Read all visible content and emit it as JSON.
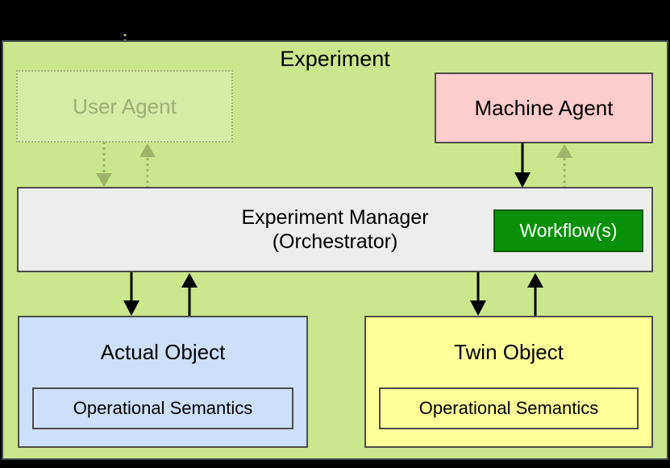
{
  "diagram": {
    "title": "Experiment",
    "nodes": {
      "user_agent": {
        "label": "User Agent",
        "fill": "#cbe68c",
        "state": "faded"
      },
      "machine_agent": {
        "label": "Machine Agent",
        "fill": "#ffcccc"
      },
      "experiment_manager": {
        "label": "Experiment Manager\n(Orchestrator)",
        "line1": "Experiment Manager",
        "line2": "(Orchestrator)",
        "fill": "#ededed"
      },
      "workflows": {
        "label": "Workflow(s)",
        "fill": "#089009",
        "text_color": "#ffffff"
      },
      "actual_object": {
        "label": "Actual Object",
        "fill": "#cce0f9",
        "inner_label": "Operational Semantics"
      },
      "twin_object": {
        "label": "Twin Object",
        "fill": "#ffff99",
        "inner_label": "Operational Semantics"
      }
    },
    "edges": [
      {
        "name": "external-to-user-agent",
        "style": "dotted",
        "color": "#9fb36a",
        "direction": "down"
      },
      {
        "name": "external-to-machine-agent",
        "style": "solid",
        "color": "#000000",
        "direction": "down"
      },
      {
        "name": "user-agent-to-manager",
        "style": "dotted",
        "color": "#9fb36a",
        "direction": "down"
      },
      {
        "name": "manager-to-user-agent",
        "style": "dotted",
        "color": "#9fb36a",
        "direction": "up"
      },
      {
        "name": "machine-agent-to-manager",
        "style": "solid",
        "color": "#000000",
        "direction": "down"
      },
      {
        "name": "manager-to-machine-agent",
        "style": "dotted",
        "color": "#9fb36a",
        "direction": "up"
      },
      {
        "name": "manager-to-actual-object",
        "style": "solid",
        "color": "#000000",
        "direction": "down"
      },
      {
        "name": "actual-object-to-manager",
        "style": "solid",
        "color": "#000000",
        "direction": "up"
      },
      {
        "name": "manager-to-twin-object",
        "style": "solid",
        "color": "#000000",
        "direction": "down"
      },
      {
        "name": "twin-object-to-manager",
        "style": "solid",
        "color": "#000000",
        "direction": "up"
      }
    ]
  }
}
